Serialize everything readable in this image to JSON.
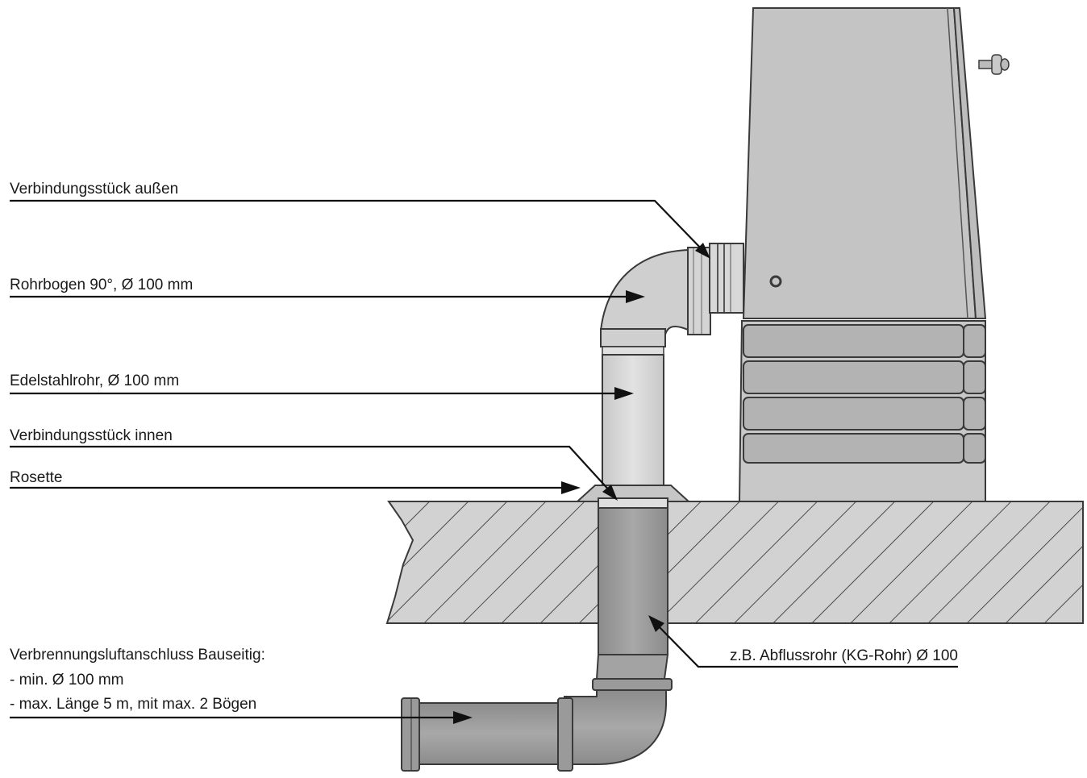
{
  "labels": {
    "verbindungsstueck_aussen": "Verbindungsstück außen",
    "rohrbogen": "Rohrbogen 90°, Ø 100 mm",
    "edelstahlrohr": "Edelstahlrohr, Ø 100 mm",
    "verbindungsstueck_innen": "Verbindungsstück innen",
    "rosette": "Rosette",
    "abflussrohr": "z.B. Abflussrohr (KG-Rohr) Ø 100",
    "verbrennungsluft_title": "Verbrennungsluftanschluss Bauseitig:",
    "verbrennungsluft_item1": "-  min. Ø 100 mm",
    "verbrennungsluft_item2": "-  max. Länge 5 m, mit max. 2 Bögen"
  },
  "colors": {
    "stove_body": "#c4c4c4",
    "stove_base": "#c8c8c8",
    "steel_pipe": "#d6d6d6",
    "kg_pipe": "#9e9e9e",
    "floor_fill": "#d2d2d2",
    "outline": "#3a3a3a"
  }
}
